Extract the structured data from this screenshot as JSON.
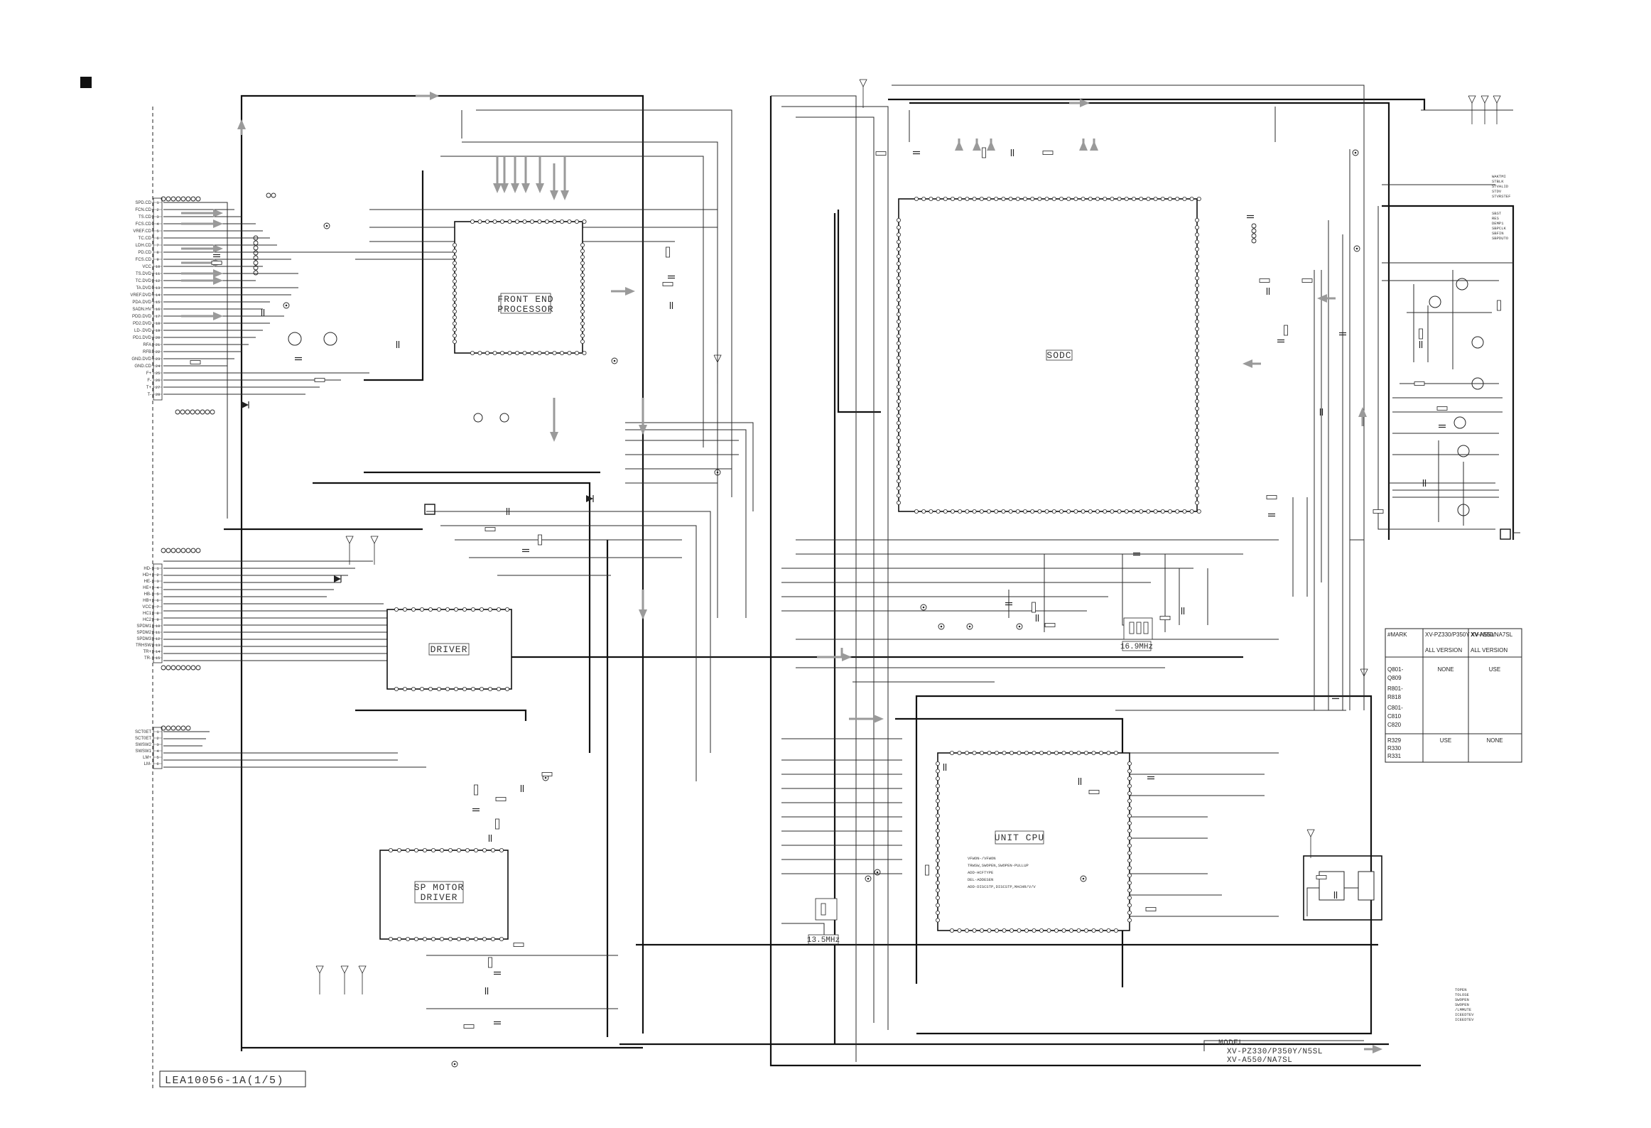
{
  "chips": {
    "front_end": {
      "line1": "FRONT END",
      "line2": "PROCESSOR"
    },
    "sodc": {
      "label": "SODC"
    },
    "driver": {
      "label": "DRIVER"
    },
    "sp_motor": {
      "line1": "SP MOTOR",
      "line2": "DRIVER"
    },
    "unit_cpu": {
      "label": "UNIT CPU"
    }
  },
  "crystals": {
    "x1": "16.9MHz",
    "x2": "13.5MHz"
  },
  "options_table": {
    "headers": [
      "#MARK",
      "XV-PZ330/P350Y XV-N5SL",
      "XV-A550/NA7SL"
    ],
    "subheaders": [
      "",
      "ALL VERSION",
      "ALL VERSION"
    ],
    "rows": [
      {
        "mark": [
          "Q801-",
          "Q809",
          "R801-",
          "R818",
          "C801-",
          "C810",
          "C820"
        ],
        "col1": "NONE",
        "col2": "USE"
      },
      {
        "mark": [
          "R329",
          "R330",
          "R331"
        ],
        "col1": "USE",
        "col2": "NONE"
      }
    ]
  },
  "model_block": {
    "heading": "MODEL",
    "line1": "XV-PZ330/P350Y/N5SL",
    "line2": "XV-A550/NA7SL"
  },
  "document_id": "LEA10056-1A(1/5)",
  "connectors": {
    "cn1": [
      "SPD.CD",
      "FCN.CD",
      "TS.CD",
      "FCS.CD",
      "VREF.CD",
      "TC.CD",
      "LDH.CD",
      "PD.CD",
      "FCS.CD",
      "VCC",
      "TS.DVD",
      "TC.DVD",
      "TA.DVD",
      "VREF.DVD",
      "PDA.DVD",
      "SADN.HV",
      "PDD.DVD",
      "PD2.DVD",
      "LD-.DVD",
      "PD1.DVD",
      "RFA",
      "RFB",
      "GND.DVD",
      "GND.CD",
      "F+",
      "F-",
      "T+",
      "T-"
    ],
    "cn2": [
      "HD-",
      "HD+",
      "HE-",
      "HE+",
      "HB-",
      "HB+",
      "VCC",
      "HC1",
      "HC2",
      "SPDM1",
      "SPDM2",
      "SPDM3",
      "TRHSW",
      "TR+",
      "TR-"
    ],
    "cn3": [
      "SCT0ET",
      "SCT0ET",
      "SWSW2",
      "SWSW1",
      "LM+",
      "LM-"
    ]
  },
  "right_labels": {
    "top": [
      "WAKTMI",
      "STBLK",
      "STVALID",
      "STDV",
      "STVRSTEF"
    ],
    "mid": [
      "SBST",
      "RES",
      "DEMP1",
      "SBPCLK",
      "SBFIN",
      "SBPDUTO"
    ],
    "bottom": [
      "TOPEN",
      "TOLOSE",
      "SWOPEN",
      "SWOPEN",
      "/LMMUTE",
      "ICEEDTEV",
      "ICEEDTEV"
    ]
  },
  "cpu_notes": [
    "VFWON-/VFWON",
    "TRWSW,SWOPEN,SWOPEN-PULLUP",
    "ADD-HCFTYPE",
    "DEL-ADDESEN",
    "ADD-DISCSTP,DISCSTP,MACHR/V/V"
  ]
}
